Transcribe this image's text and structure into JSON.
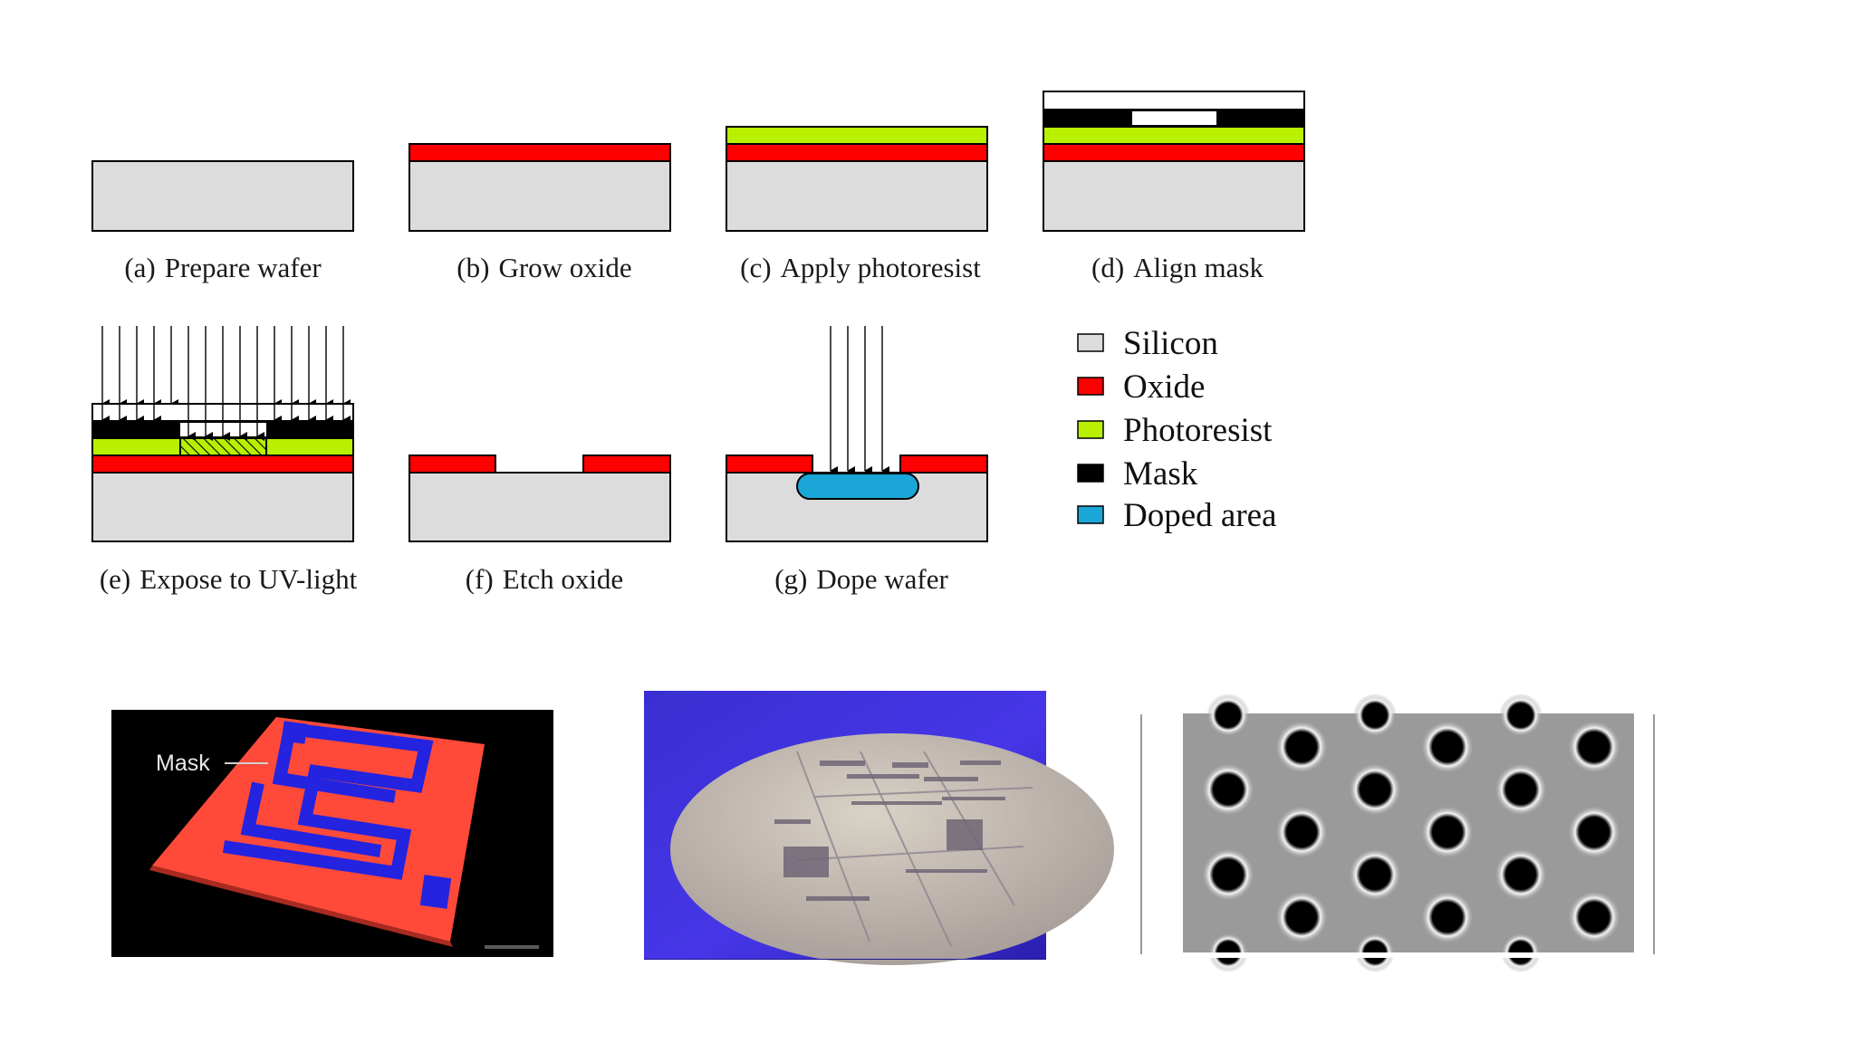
{
  "colors": {
    "silicon": "#dcdcdc",
    "oxide": "#ff0000",
    "photoresist": "#b8f000",
    "mask": "#000000",
    "doped": "#1aa7d8"
  },
  "steps": [
    {
      "letter": "(a)",
      "label": "Prepare wafer"
    },
    {
      "letter": "(b)",
      "label": "Grow oxide"
    },
    {
      "letter": "(c)",
      "label": "Apply photoresist"
    },
    {
      "letter": "(d)",
      "label": "Align mask"
    },
    {
      "letter": "(e)",
      "label": "Expose to UV-light"
    },
    {
      "letter": "(f)",
      "label": "Etch oxide"
    },
    {
      "letter": "(g)",
      "label": "Dope wafer"
    }
  ],
  "legend": [
    {
      "label": "Silicon",
      "color": "#dcdcdc"
    },
    {
      "label": "Oxide",
      "color": "#ff0000"
    },
    {
      "label": "Photoresist",
      "color": "#b8f000"
    },
    {
      "label": "Mask",
      "color": "#000000"
    },
    {
      "label": "Doped area",
      "color": "#1aa7d8"
    }
  ],
  "photos": {
    "mask_render_label": "Mask"
  }
}
